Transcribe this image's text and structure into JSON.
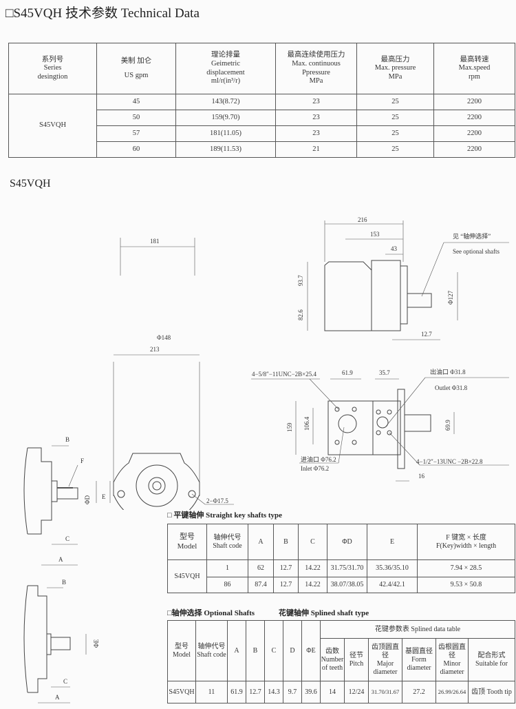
{
  "title": "□S45VQH 技术参数 Technical Data",
  "tech_table": {
    "headers": [
      [
        "系列号",
        "Series",
        "desingtion"
      ],
      [
        "美制 加仑",
        "US gpm"
      ],
      [
        "理论排量",
        "Geimetric",
        "displacement",
        "ml/r(in³/r)"
      ],
      [
        "最高连续使用压力",
        "Max. continuous",
        "Ppressure",
        "MPa"
      ],
      [
        "最高压力",
        "Max. pressure",
        "MPa"
      ],
      [
        "最高转速",
        "Max.speed",
        "rpm"
      ]
    ],
    "series": "S45VQH",
    "rows": [
      [
        "45",
        "143(8.72)",
        "23",
        "25",
        "2200"
      ],
      [
        "50",
        "159(9.70)",
        "23",
        "25",
        "2200"
      ],
      [
        "57",
        "181(11.05)",
        "23",
        "25",
        "2200"
      ],
      [
        "60",
        "189(11.53)",
        "21",
        "25",
        "2200"
      ]
    ]
  },
  "subtitle": "S45VQH",
  "drawings": {
    "front": {
      "w181": "181",
      "w213": "213",
      "holes": "2−Φ17.5",
      "dia": "Φ148"
    },
    "side": {
      "d216": "216",
      "d153": "153",
      "d43": "43",
      "d937": "93.7",
      "d826": "82.6",
      "d127": "Φ127",
      "d127b": "12.7",
      "note_cn": "见 “轴伸选择”",
      "note_en": "See optional shafts"
    },
    "bottom": {
      "thread1": "4−5/8″−11UNC−2B×25.4",
      "d619": "61.9",
      "d357": "35.7",
      "outlet_cn": "出油口 Φ31.8",
      "outlet_en": "Outlet Φ31.8",
      "d159": "159",
      "d1064": "106.4",
      "d699": "69.9",
      "inlet_cn": "进油口 Φ76.2",
      "inlet_en": "Inlet Φ76.2",
      "thread2": "4−1/2″−13UNC −2B×22.8",
      "d16": "16"
    },
    "shaft1": {
      "B": "B",
      "F": "F",
      "D": "ΦD",
      "E": "E",
      "C": "C",
      "A": "A"
    },
    "shaft2": {
      "B": "B",
      "E": "ΦE",
      "C": "C",
      "A": "A"
    }
  },
  "straight_key": {
    "heading": "□ 平键轴伸 Straight  key shafts type",
    "headers": [
      [
        "型号",
        "Model"
      ],
      [
        "轴伸代号",
        "Shaft code"
      ],
      [
        "A"
      ],
      [
        "B"
      ],
      [
        "C"
      ],
      [
        "ΦD"
      ],
      [
        "E"
      ],
      [
        "F 键宽 × 长度",
        "F(Key)width × length"
      ]
    ],
    "model": "S45VQH",
    "rows": [
      [
        "1",
        "62",
        "12.7",
        "14.22",
        "31.75/31.70",
        "35.36/35.10",
        "7.94 × 28.5"
      ],
      [
        "86",
        "87.4",
        "12.7",
        "14.22",
        "38.07/38.05",
        "42.4/42.1",
        "9.53 × 50.8"
      ]
    ]
  },
  "optional": {
    "heading": "□轴伸选择 Optional Shafts",
    "heading2": "花键轴伸 Splined shaft type",
    "group": "花键参数表  Splined data table",
    "headers": [
      [
        "型号",
        "Model"
      ],
      [
        "轴伸代号",
        "Shaft code"
      ],
      [
        "A"
      ],
      [
        "B"
      ],
      [
        "C"
      ],
      [
        "D"
      ],
      [
        "ΦE"
      ],
      [
        "齿数",
        "Number of teeth"
      ],
      [
        "径节",
        "Pitch"
      ],
      [
        "齿顶圆直径",
        "Major diameter"
      ],
      [
        "基圆直径",
        "Form diameter"
      ],
      [
        "齿根圆直径",
        "Minor diameter"
      ],
      [
        "配合形式",
        "Suitable for"
      ]
    ],
    "row": [
      "S45VQH",
      "11",
      "61.9",
      "12.7",
      "14.3",
      "9.7",
      "39.6",
      "14",
      "12/24",
      "31.70/31.67",
      "27.2",
      "26.99/26.64",
      "齿顶 Tooth tip"
    ]
  }
}
